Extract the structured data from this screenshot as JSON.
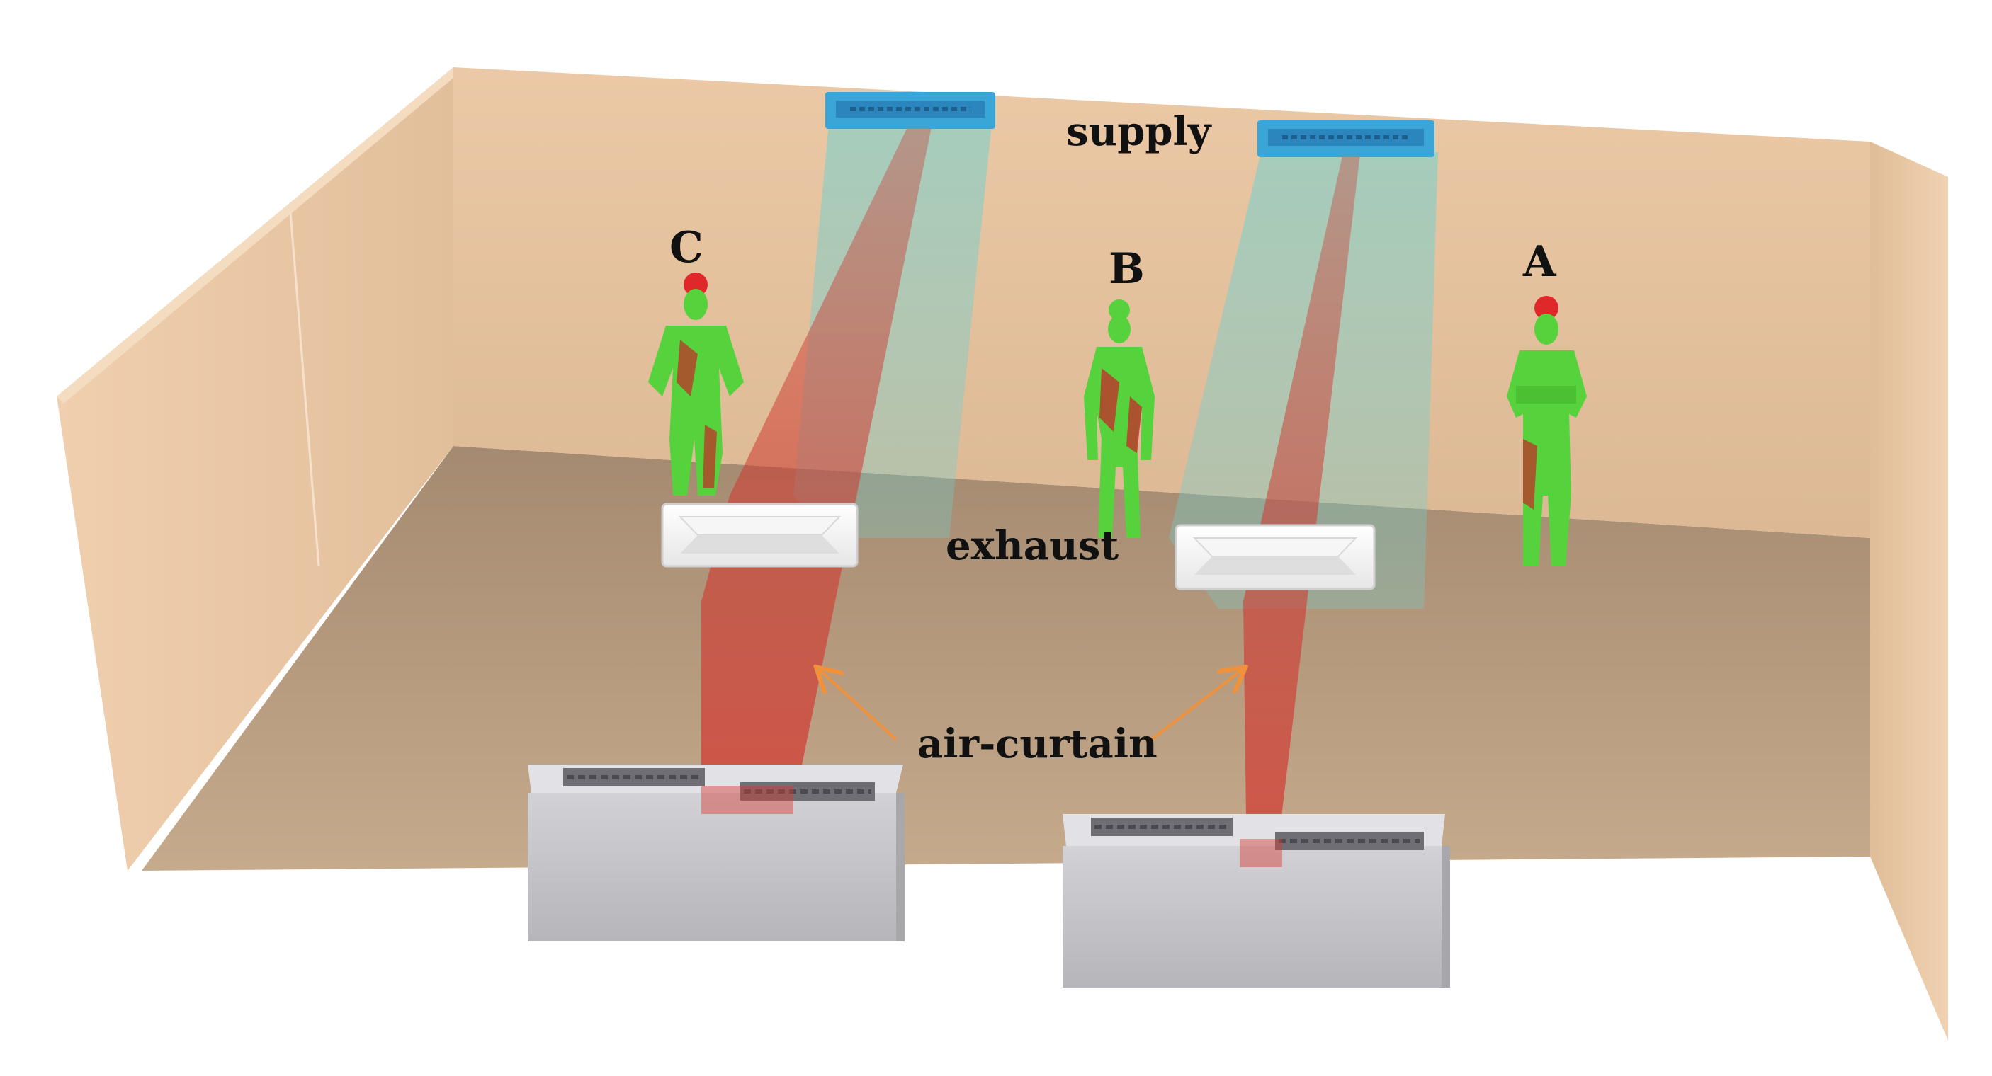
{
  "labels": {
    "supply": "supply",
    "exhaust": "exhaust",
    "air_curtain": "air-curtain",
    "person_a": "A",
    "person_b": "B",
    "person_c": "C"
  },
  "colors": {
    "wall": "#e8c8a8",
    "floor": "#b49a80",
    "supply_vent": "#3aa6d8",
    "supply_jet": "#5fc4c4",
    "curtain_jet": "#c83c32",
    "person_green": "#55d23c",
    "person_red": "#c0322a",
    "helmet": "#e0282a",
    "exhaust_panel": "#ffffff",
    "curtain_unit": "#c8c8cc",
    "arrow": "#f0913c"
  }
}
